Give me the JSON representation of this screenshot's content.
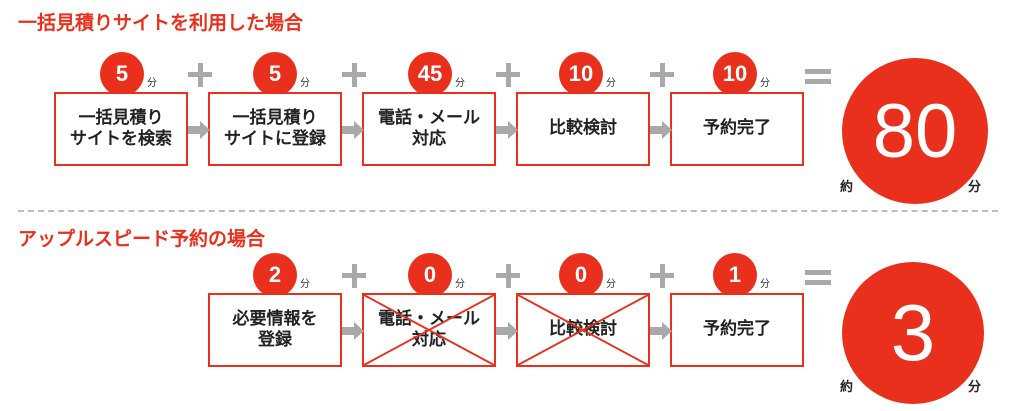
{
  "colors": {
    "accent": "#e8301c",
    "operator": "#a9a9a9",
    "box_border": "#e8301c"
  },
  "unit_min": "分",
  "approx": "約",
  "top": {
    "title": "一括見積りサイトを利用した場合",
    "steps": [
      {
        "minutes": "5",
        "label": "一括見積り\nサイトを検索"
      },
      {
        "minutes": "5",
        "label": "一括見積り\nサイトに登録"
      },
      {
        "minutes": "45",
        "label": "電話・メール\n対応"
      },
      {
        "minutes": "10",
        "label": "比較検討"
      },
      {
        "minutes": "10",
        "label": "予約完了"
      }
    ],
    "total": "80"
  },
  "bottom": {
    "title": "アップルスピード予約の場合",
    "steps": [
      {
        "minutes": "2",
        "label": "必要情報を\n登録",
        "crossed": false
      },
      {
        "minutes": "0",
        "label": "電話・メール\n対応",
        "crossed": true
      },
      {
        "minutes": "0",
        "label": "比較検討",
        "crossed": true
      },
      {
        "minutes": "1",
        "label": "予約完了",
        "crossed": false
      }
    ],
    "total": "3"
  },
  "icons": {
    "operator_plus": "plus-icon",
    "operator_equals": "equals-icon",
    "flow_arrow": "arrow-right-icon",
    "cross": "cross-out-icon"
  }
}
